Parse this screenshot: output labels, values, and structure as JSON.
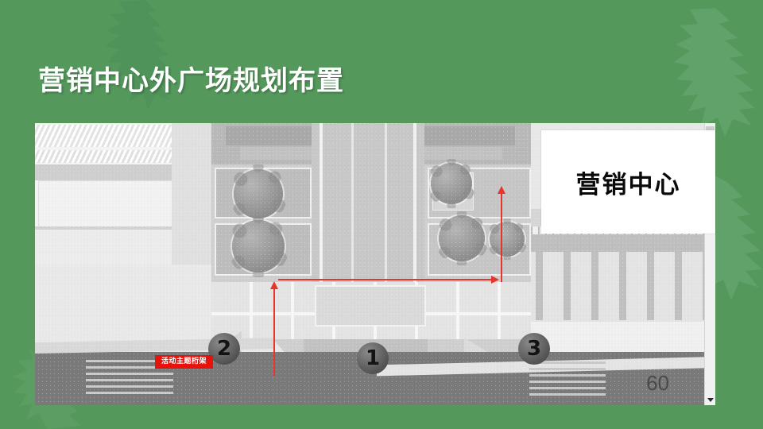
{
  "slide": {
    "background_color": "#54985c",
    "title": "营销中心外广场规划布置",
    "page_number": "60"
  },
  "plan": {
    "callout_box_text": "营销中心",
    "red_label": "活动主题桁架",
    "markers": [
      {
        "id": "marker-1",
        "label": "1"
      },
      {
        "id": "marker-2",
        "label": "2"
      },
      {
        "id": "marker-3",
        "label": "3"
      }
    ],
    "arrows": [
      {
        "id": "arrow-horizontal-right",
        "direction": "right"
      },
      {
        "id": "arrow-vertical-left-up",
        "direction": "up"
      },
      {
        "id": "arrow-vertical-right-up",
        "direction": "up"
      }
    ],
    "accent_color": "#e8342a",
    "label_color": "#e8120c"
  },
  "scrollbar": {
    "down_arrow": "▼"
  }
}
